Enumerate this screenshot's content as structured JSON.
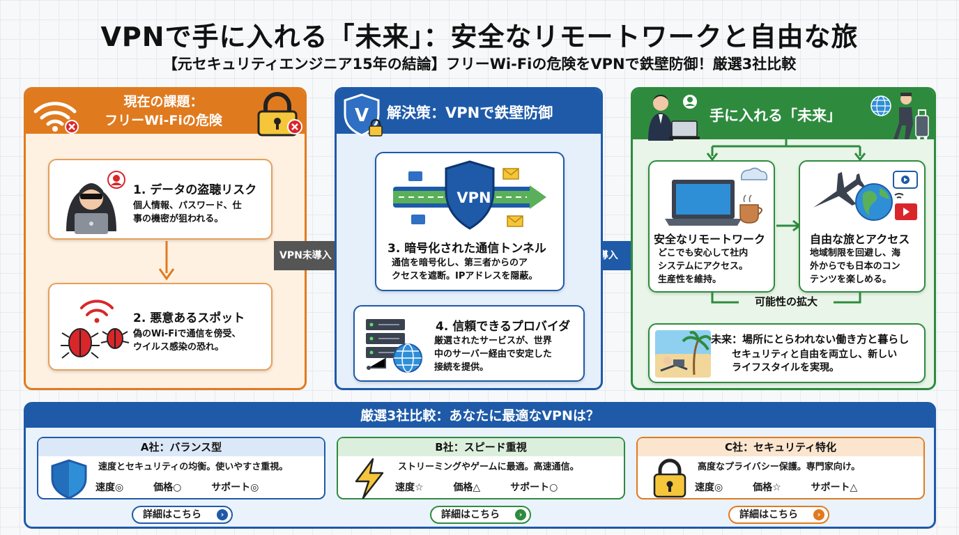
{
  "header": {
    "title": "VPNで手に入れる「未来」：安全なリモートワークと自由な旅",
    "subtitle": "【元セキュリティエンジニア15年の結論】フリーWi-Fiの危険をVPNで鉄壁防御！厳選3社比較"
  },
  "problem": {
    "title_line1": "現在の課題：",
    "title_line2": "フリーWi-Fiの危険",
    "items": [
      {
        "title": "1. データの盗聴リスク",
        "text_line1": "個人情報、パスワード、仕",
        "text_line2": "事の機密が狙われる。"
      },
      {
        "title": "2. 悪意あるスポット",
        "text_line1": "偽のWi-Fiで通信を傍受、",
        "text_line2": "ウイルス感染の恐れ。"
      }
    ]
  },
  "arrows": {
    "no_vpn": "VPN未導入",
    "with_vpn": "VPN導入"
  },
  "solution": {
    "title": "解決策：VPNで鉄壁防御",
    "vpn_label": "VPN",
    "items": [
      {
        "title": "3. 暗号化された通信トンネル",
        "text_line1": "通信を暗号化し、第三者からのア",
        "text_line2": "クセスを遮断。IPアドレスを隠蔽。"
      },
      {
        "title": "4. 信頼できるプロバイダ",
        "text_line1": "厳選されたサービスが、世界",
        "text_line2": "中のサーバー経由で安定した",
        "text_line3": "接続を提供。"
      }
    ]
  },
  "future": {
    "title": "手に入れる「未来」",
    "items": [
      {
        "title": "安全なリモートワーク",
        "text_line1": "どこでも安心して社内",
        "text_line2": "システムにアクセス。",
        "text_line3": "生産性を維持。"
      },
      {
        "title": "自由な旅とアクセス",
        "text_line1": "地域制限を回避し、海",
        "text_line2": "外からでも日本のコン",
        "text_line3": "テンツを楽しめる。"
      }
    ],
    "expand_label": "可能性の拡大",
    "summary_line1": "未来：場所にとらわれない働き方と暮らし",
    "summary_line2": "セキュリティと自由を両立し、新しい",
    "summary_line3": "ライフスタイルを実現。"
  },
  "comparison": {
    "title": "厳選3社比較：あなたに最適なVPNは？",
    "vendors": [
      {
        "name": "A社：バランス型",
        "desc": "速度とセキュリティの均衡。使いやすさ重視。",
        "speed": "速度◎",
        "price": "価格○",
        "support": "サポート◎",
        "button": "詳細はこちら",
        "color": "#1e5aa8"
      },
      {
        "name": "B社：スピード重視",
        "desc": "ストリーミングやゲームに最適。高速通信。",
        "speed": "速度☆",
        "price": "価格△",
        "support": "サポート○",
        "button": "詳細はこちら",
        "color": "#2e8b3e"
      },
      {
        "name": "C社：セキュリティ特化",
        "desc": "高度なプライバシー保護。専門家向け。",
        "speed": "速度◎",
        "price": "価格☆",
        "support": "サポート△",
        "button": "詳細はこちら",
        "color": "#e07a1f"
      }
    ]
  }
}
